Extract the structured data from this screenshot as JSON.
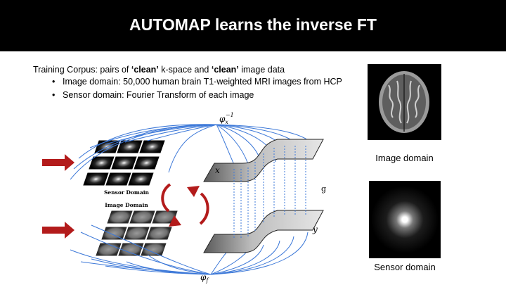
{
  "header": {
    "title": "AUTOMAP learns the inverse FT",
    "bg_color": "#000000",
    "text_color": "#ffffff"
  },
  "corpus": {
    "prefix": "Training Corpus: pairs of ",
    "clean1": "‘clean’",
    "middle": " k-space and ",
    "clean2": "‘clean’",
    "suffix": " image data",
    "bullets": [
      "Image domain: 50,000 human brain T1-weighted MRI images from HCP",
      "Sensor domain: Fourier Transform of each image"
    ]
  },
  "diagram": {
    "sensor_domain_label": "Sensor Domain",
    "image_domain_label": "Image Domain",
    "phi_x_label": "φ",
    "phi_x_sub": "x",
    "phi_x_sup": "−1",
    "phi_f_label": "φ",
    "phi_f_sub": "f",
    "x_label": "x",
    "y_label": "y",
    "g_label": "g",
    "arrow_color": "#b31b1b",
    "line_color": "#3c78d8"
  },
  "right_panel": {
    "image_caption": "Image domain",
    "sensor_caption": "Sensor domain"
  }
}
